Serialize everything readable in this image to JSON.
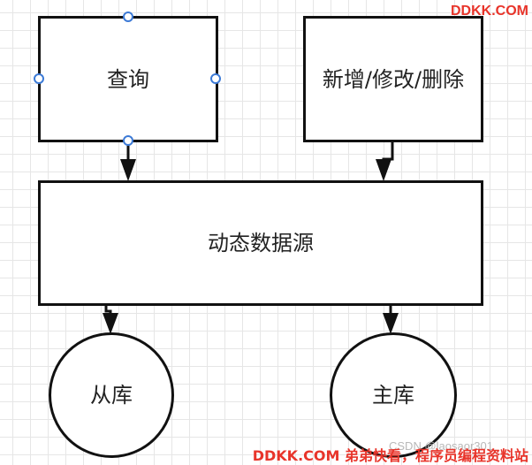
{
  "nodes": {
    "query": "查询",
    "write": "新增/修改/删除",
    "datasource": "动态数据源",
    "slave": "从库",
    "master": "主库"
  },
  "watermarks": {
    "top_right": "DDKK.COM",
    "bottom": "DDKK.COM 弟弟快看，程序员编程资料站",
    "csdn": "CSDN @laosaor301"
  },
  "colors": {
    "stroke": "#111111",
    "handle": "#3c7ad6",
    "watermark": "#e8342a"
  }
}
